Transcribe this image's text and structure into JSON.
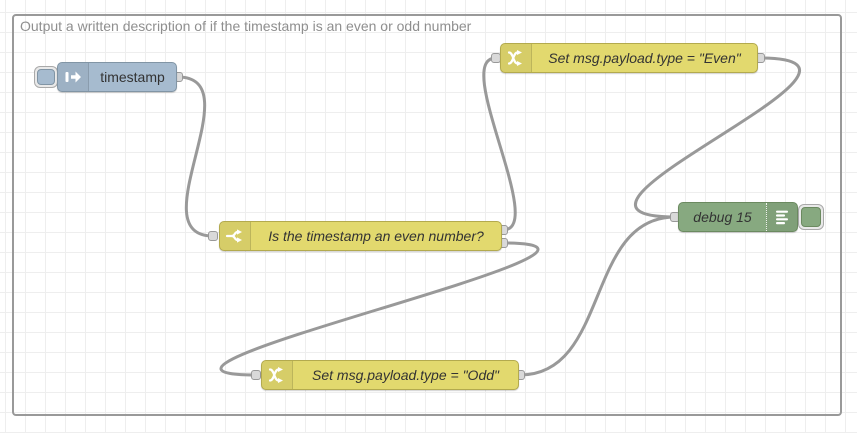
{
  "group": {
    "label": "Output a written description of if the timestamp is an even or odd number"
  },
  "nodes": {
    "inject": {
      "label": "timestamp",
      "type": "inject",
      "fill": "#a6bbcf",
      "icon": "inject-arrow-icon"
    },
    "switch": {
      "label": "Is the timestamp an even number?",
      "type": "switch",
      "fill": "#e2d96e",
      "icon": "switch-fork-icon",
      "outputs": 2
    },
    "change_even": {
      "label": "Set msg.payload.type = \"Even\"",
      "type": "change",
      "fill": "#e2d96e",
      "icon": "change-swap-icon"
    },
    "change_odd": {
      "label": "Set msg.payload.type = \"Odd\"",
      "type": "change",
      "fill": "#e2d96e",
      "icon": "change-swap-icon"
    },
    "debug": {
      "label": "debug 15",
      "type": "debug",
      "fill": "#87a980",
      "icon": "debug-list-icon"
    }
  },
  "wires": [
    {
      "from": "inject",
      "to": "switch"
    },
    {
      "from": "switch:output-1",
      "to": "change_even"
    },
    {
      "from": "switch:output-2",
      "to": "change_odd"
    },
    {
      "from": "change_even",
      "to": "debug"
    },
    {
      "from": "change_odd",
      "to": "debug"
    }
  ],
  "colors": {
    "wire": "#999999",
    "grid": "#eeeeee",
    "canvas_bg": "#ffffff",
    "port": "#d9d9d9",
    "group_border": "#999999",
    "group_label": "#8f8f8f",
    "node_label": "#333333"
  }
}
